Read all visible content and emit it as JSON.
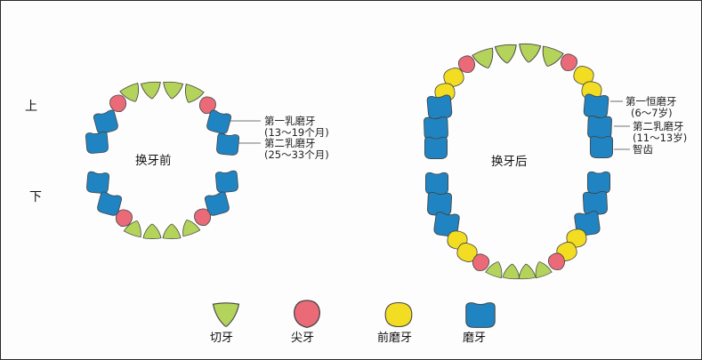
{
  "colors": {
    "incisor": "#b4d35b",
    "canine": "#ea6a78",
    "premolar": "#f3dd23",
    "molar": "#1f84c1",
    "outline": "#444444",
    "groove": "#0d4e77"
  },
  "labels": {
    "upper": "上",
    "lower": "下",
    "before": "换牙前",
    "after": "换牙后",
    "first_primary_molar": "第一乳磨牙",
    "first_primary_molar_age": "(13～19个月)",
    "second_primary_molar": "第二乳磨牙",
    "second_primary_molar_age": "(25～33个月)",
    "first_permanent_molar": "第一恒磨牙",
    "first_permanent_molar_age": "(6～7岁)",
    "second_primary_molar_b": "第二乳磨牙",
    "second_primary_molar_b_age": "(11～13岁)",
    "wisdom_tooth": "智齿"
  },
  "legend": [
    {
      "type": "incisor",
      "label": "切牙"
    },
    {
      "type": "canine",
      "label": "尖牙"
    },
    {
      "type": "premolar",
      "label": "前磨牙"
    },
    {
      "type": "molar",
      "label": "磨牙"
    }
  ]
}
